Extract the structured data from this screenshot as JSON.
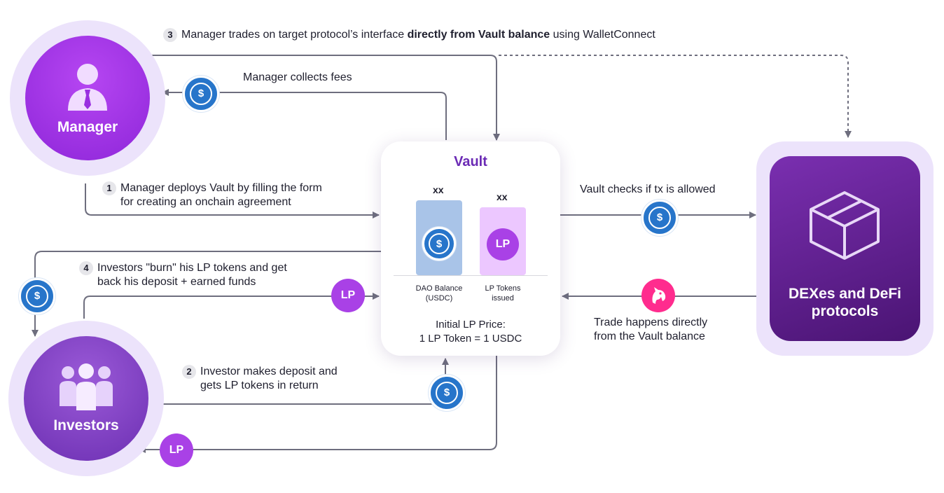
{
  "step3": {
    "num": "3",
    "text_pre": "Manager trades on target protocol’s interface ",
    "text_bold": "directly from Vault balance",
    "text_post": " using WalletConnect"
  },
  "fees_label": "Manager collects fees",
  "step1": {
    "num": "1",
    "line1": "Manager deploys Vault by filling the form",
    "line2": "for creating an onchain agreement"
  },
  "step4": {
    "num": "4",
    "line1": "Investors \"burn\" his LP tokens and get",
    "line2": "back his deposit + earned funds"
  },
  "step2": {
    "num": "2",
    "line1": "Investor makes deposit and",
    "line2": "gets LP tokens in return"
  },
  "check_label": "Vault checks if tx is allowed",
  "trade_label": {
    "line1": "Trade happens directly",
    "line2": "from the Vault balance"
  },
  "manager": {
    "label": "Manager"
  },
  "investors": {
    "label": "Investors"
  },
  "dex": {
    "line1": "DEXes and DeFi",
    "line2": "protocols"
  },
  "vault": {
    "title": "Vault",
    "dao": {
      "value": "xx",
      "caption1": "DAO Balance",
      "caption2": "(USDC)"
    },
    "lp": {
      "value": "xx",
      "caption1": "LP Tokens",
      "caption2": "issued"
    },
    "price_line1": "Initial LP Price:",
    "price_line2": "1 LP Token = 1 USDC"
  },
  "tokens": {
    "usdc_symbol": "$",
    "lp_symbol": "LP"
  },
  "colors": {
    "accent": "#6b2bb5",
    "usdc": "#2775ca",
    "lp": "#a941e6",
    "uniswap": "#ff2c8e",
    "line": "#6e6e7e"
  },
  "icons": [
    "manager-person-icon",
    "investors-group-icon",
    "dex-cube-icon",
    "usdc-coin-icon",
    "lp-token-icon",
    "uniswap-unicorn-icon"
  ]
}
